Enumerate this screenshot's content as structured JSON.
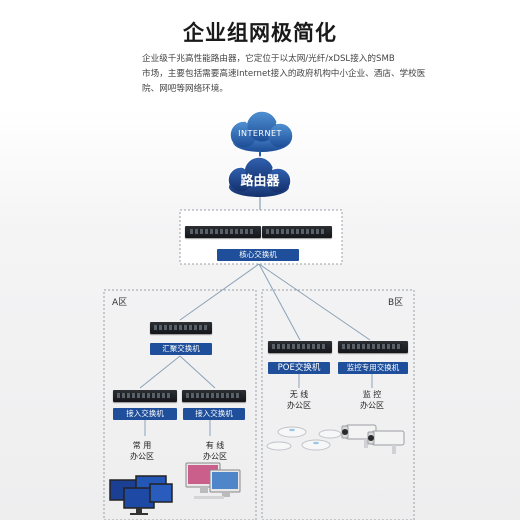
{
  "title": "企业组网极简化",
  "description": {
    "line1": "企业级千兆高性能路由器，它定位于以太网/光纤/xDSL接入的SMB",
    "line2": "市场，主要包括需要高速Internet接入的政府机构中小企业、酒店、学校医",
    "line3": "院、网吧等网络环境。"
  },
  "diagram": {
    "internet_label": "INTERNET",
    "router_label": "路由器",
    "core_switch_label": "核心交换机",
    "zone_a_label": "A区",
    "zone_b_label": "B区",
    "aggregation_switch_label": "汇聚交换机",
    "access_switch_left_label": "接入交换机",
    "access_switch_right_label": "接入交换机",
    "poe_switch_label": "POE交换机",
    "monitor_switch_label": "监控专用交换机",
    "office_common": {
      "line1": "常 用",
      "line2": "办公区"
    },
    "office_wired": {
      "line1": "有 线",
      "line2": "办公区"
    },
    "office_wireless": {
      "line1": "无 线",
      "line2": "办公区"
    },
    "office_monitor": {
      "line1": "监 控",
      "line2": "办公区"
    }
  },
  "colors": {
    "accent": "#1f4f9a",
    "router": "#1e3f86",
    "line": "#8aa2b8"
  }
}
